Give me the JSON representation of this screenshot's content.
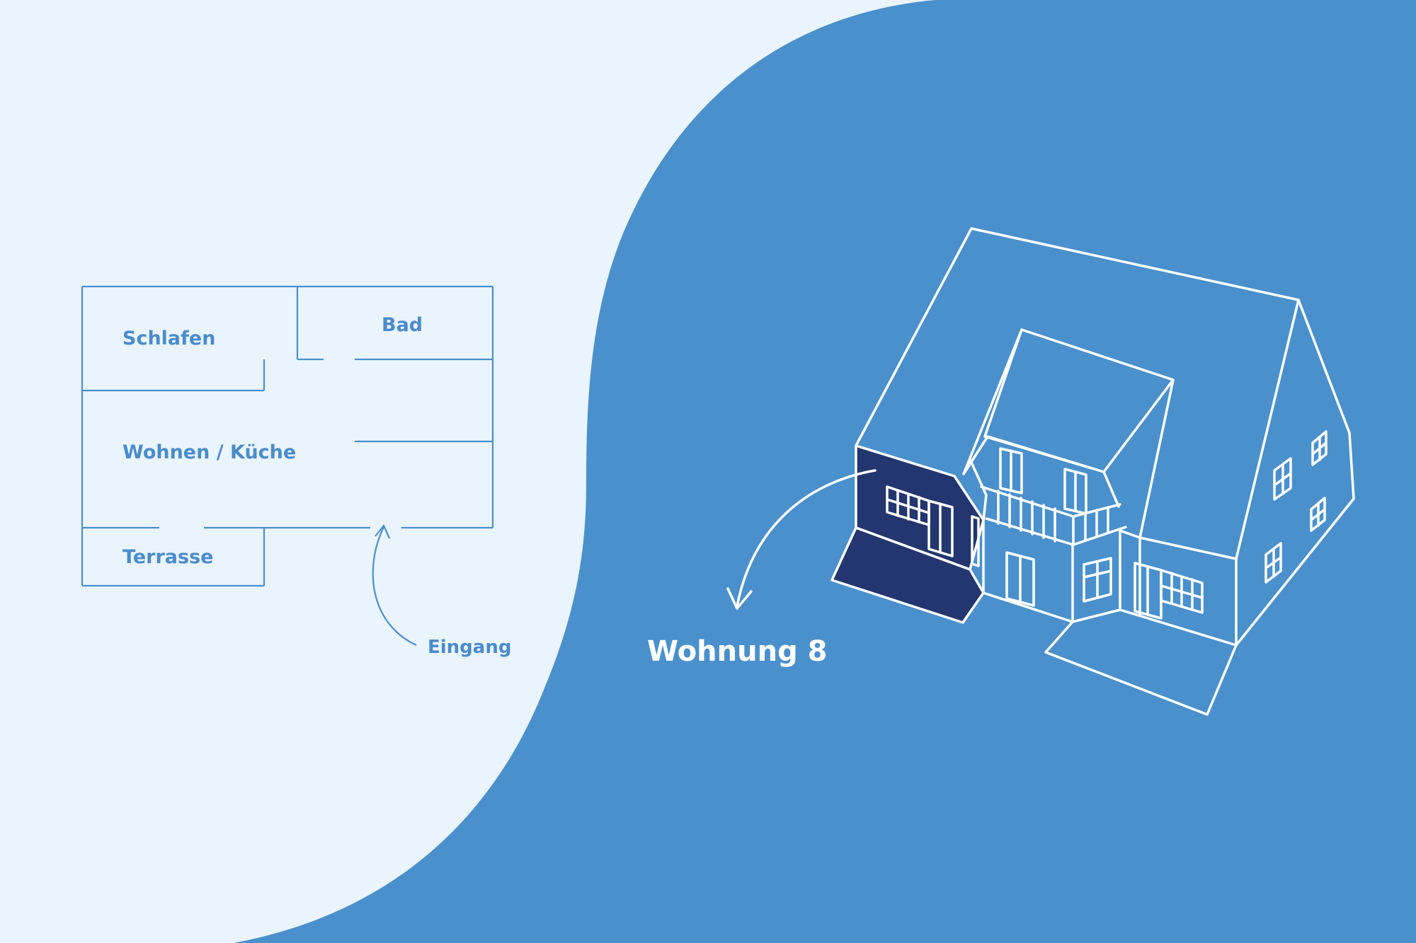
{
  "colors": {
    "background_light": "#EAF4FD",
    "background_blue": "#4A90CD",
    "plan_line": "#4A8FD0",
    "plan_text": "#4A8CCB",
    "house_line": "#FFFFFF",
    "highlight_fill": "#23366F"
  },
  "floor_plan": {
    "rooms": {
      "schlafen": "Schlafen",
      "bad": "Bad",
      "wohnen_kueche": "Wohnen / Küche",
      "terrasse": "Terrasse"
    },
    "entrance_label": "Eingang"
  },
  "building": {
    "highlighted_apartment_label": "Wohnung 8"
  }
}
